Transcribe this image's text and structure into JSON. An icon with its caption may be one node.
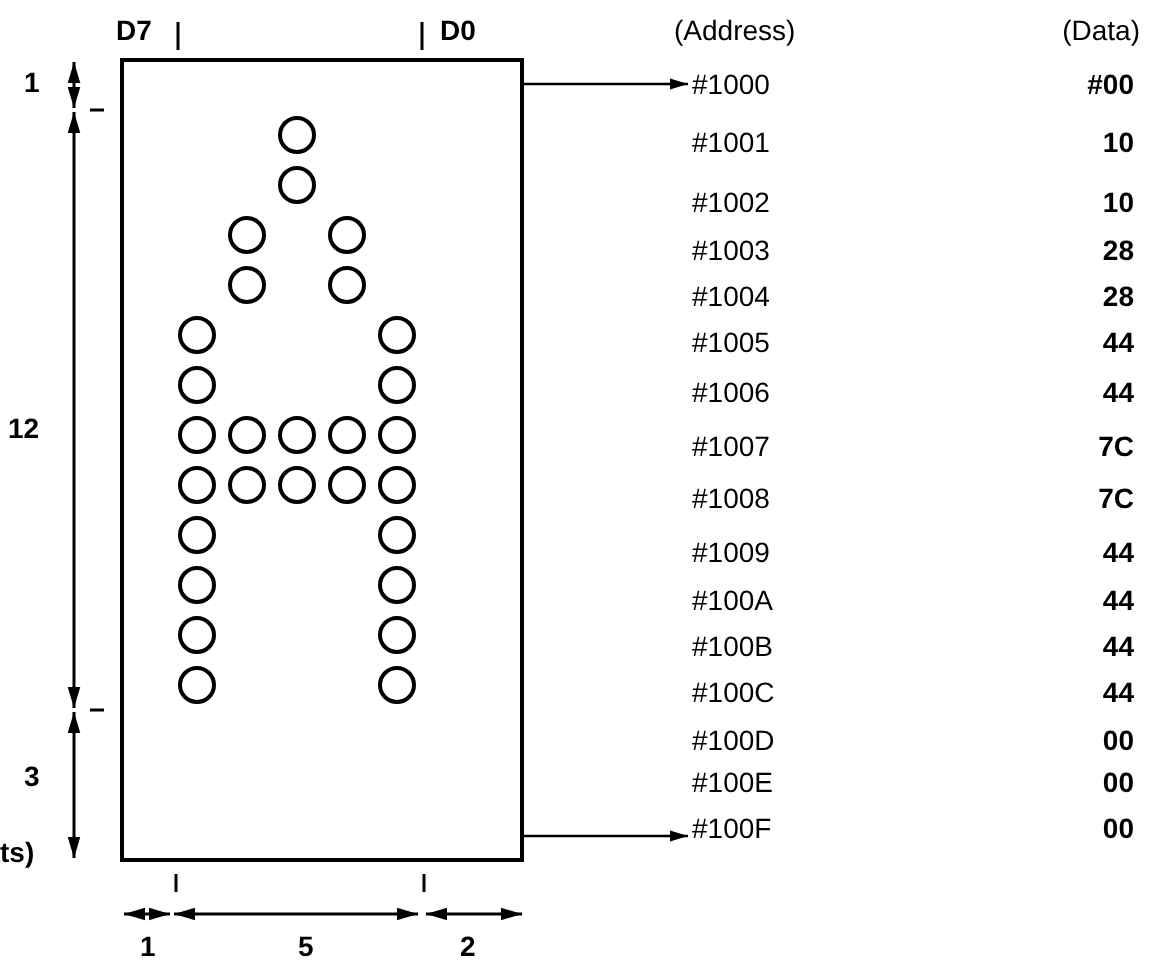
{
  "diagram": {
    "nodes": [
      {
        "text": [],
        "shape": "box",
        "beside": [
          "D7",
          "D0"
        ]
      },
      {
        "text": [
          "#1000"
        ]
      },
      {
        "text": [
          "#100F"
        ]
      }
    ],
    "edges": [
      {
        "from": 0,
        "to": 1,
        "arrow": "to"
      },
      {
        "from": 0,
        "to": 2,
        "arrow": "to"
      }
    ],
    "labels": [
      "(Address)",
      "(Data)",
      "1",
      "#00",
      "#1001",
      "10",
      "#1002",
      "10",
      "#1003",
      "28",
      "#1004",
      "28",
      "#1005",
      "44",
      "#1006",
      "44",
      "12",
      "#1007",
      "7C",
      "#1008",
      "7C",
      "#1009",
      "44",
      "#100A",
      "44",
      "#100B",
      "44",
      "#100C",
      "44",
      "#100D",
      "00",
      "3",
      "#100E",
      "00",
      "00",
      "ts)",
      "1",
      "5",
      "2"
    ]
  }
}
